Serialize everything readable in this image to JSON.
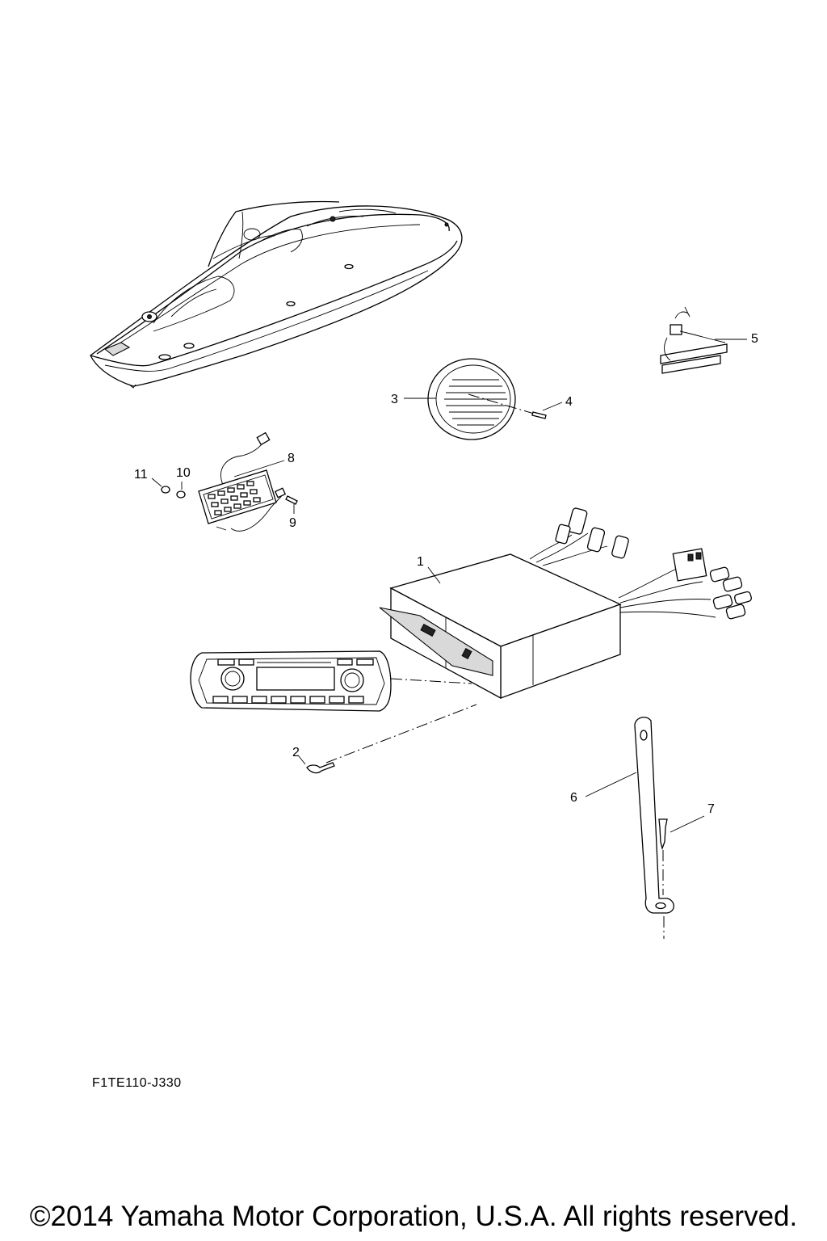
{
  "callouts": {
    "c1": "1",
    "c2": "2",
    "c3": "3",
    "c4": "4",
    "c5": "5",
    "c6": "6",
    "c7": "7",
    "c8": "8",
    "c9": "9",
    "c10": "10",
    "c11": "11"
  },
  "figure_code": "F1TE110-J330",
  "copyright": "©2014 Yamaha Motor Corporation, U.S.A. All rights reserved."
}
